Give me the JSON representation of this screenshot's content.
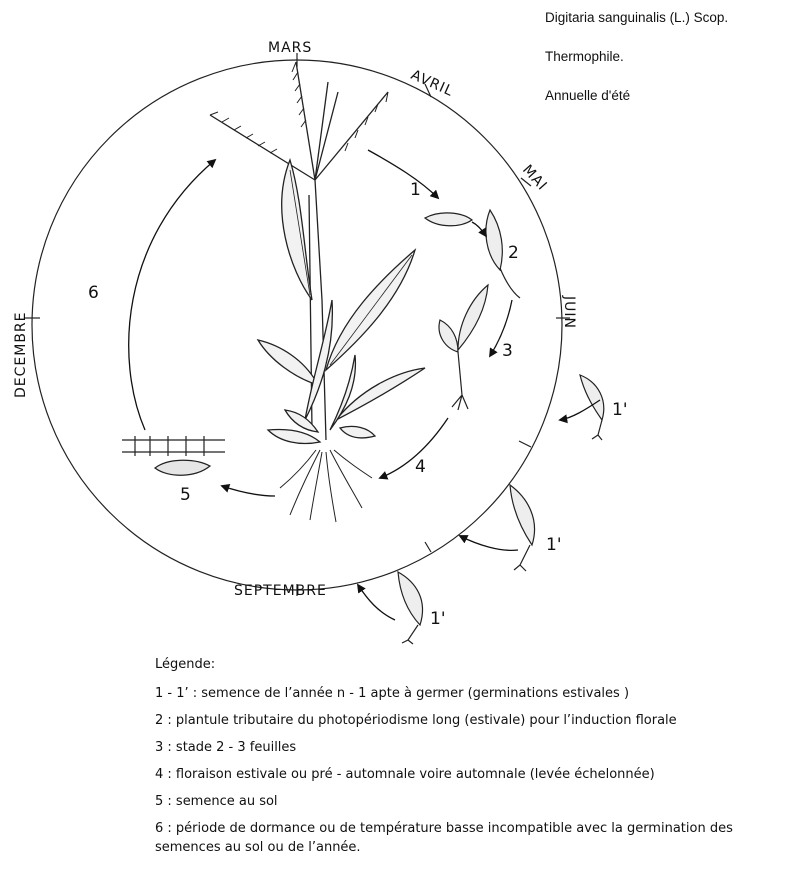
{
  "info": {
    "species": "Digitaria sanguinalis (L.) Scop.",
    "type": "Thermophile.",
    "cycle": "Annuelle d'été"
  },
  "months": {
    "mars": "MARS",
    "avril": "AVRIL",
    "mai": "MAI",
    "juin": "JUIN",
    "septembre": "SEPTEMBRE",
    "decembre": "DECEMBRE"
  },
  "stages": {
    "s1": "1",
    "s2": "2",
    "s3": "3",
    "s4": "4",
    "s5": "5",
    "s6": "6",
    "s1p_a": "1'",
    "s1p_b": "1'",
    "s1p_c": "1'"
  },
  "legend": {
    "title": "Légende:",
    "items": [
      "1 - 1’ : semence de l’année n - 1 apte à germer (germinations estivales )",
      "2 : plantule tributaire du photopériodisme long  (estivale) pour l’induction florale",
      "3 : stade 2 - 3 feuilles",
      "4 : floraison estivale  ou pré - automnale voire automnale (levée échelonnée)",
      "5 : semence au sol",
      "6 : période de dormance ou de température basse incompatible avec la germination des semences au sol ou de l’année."
    ]
  }
}
